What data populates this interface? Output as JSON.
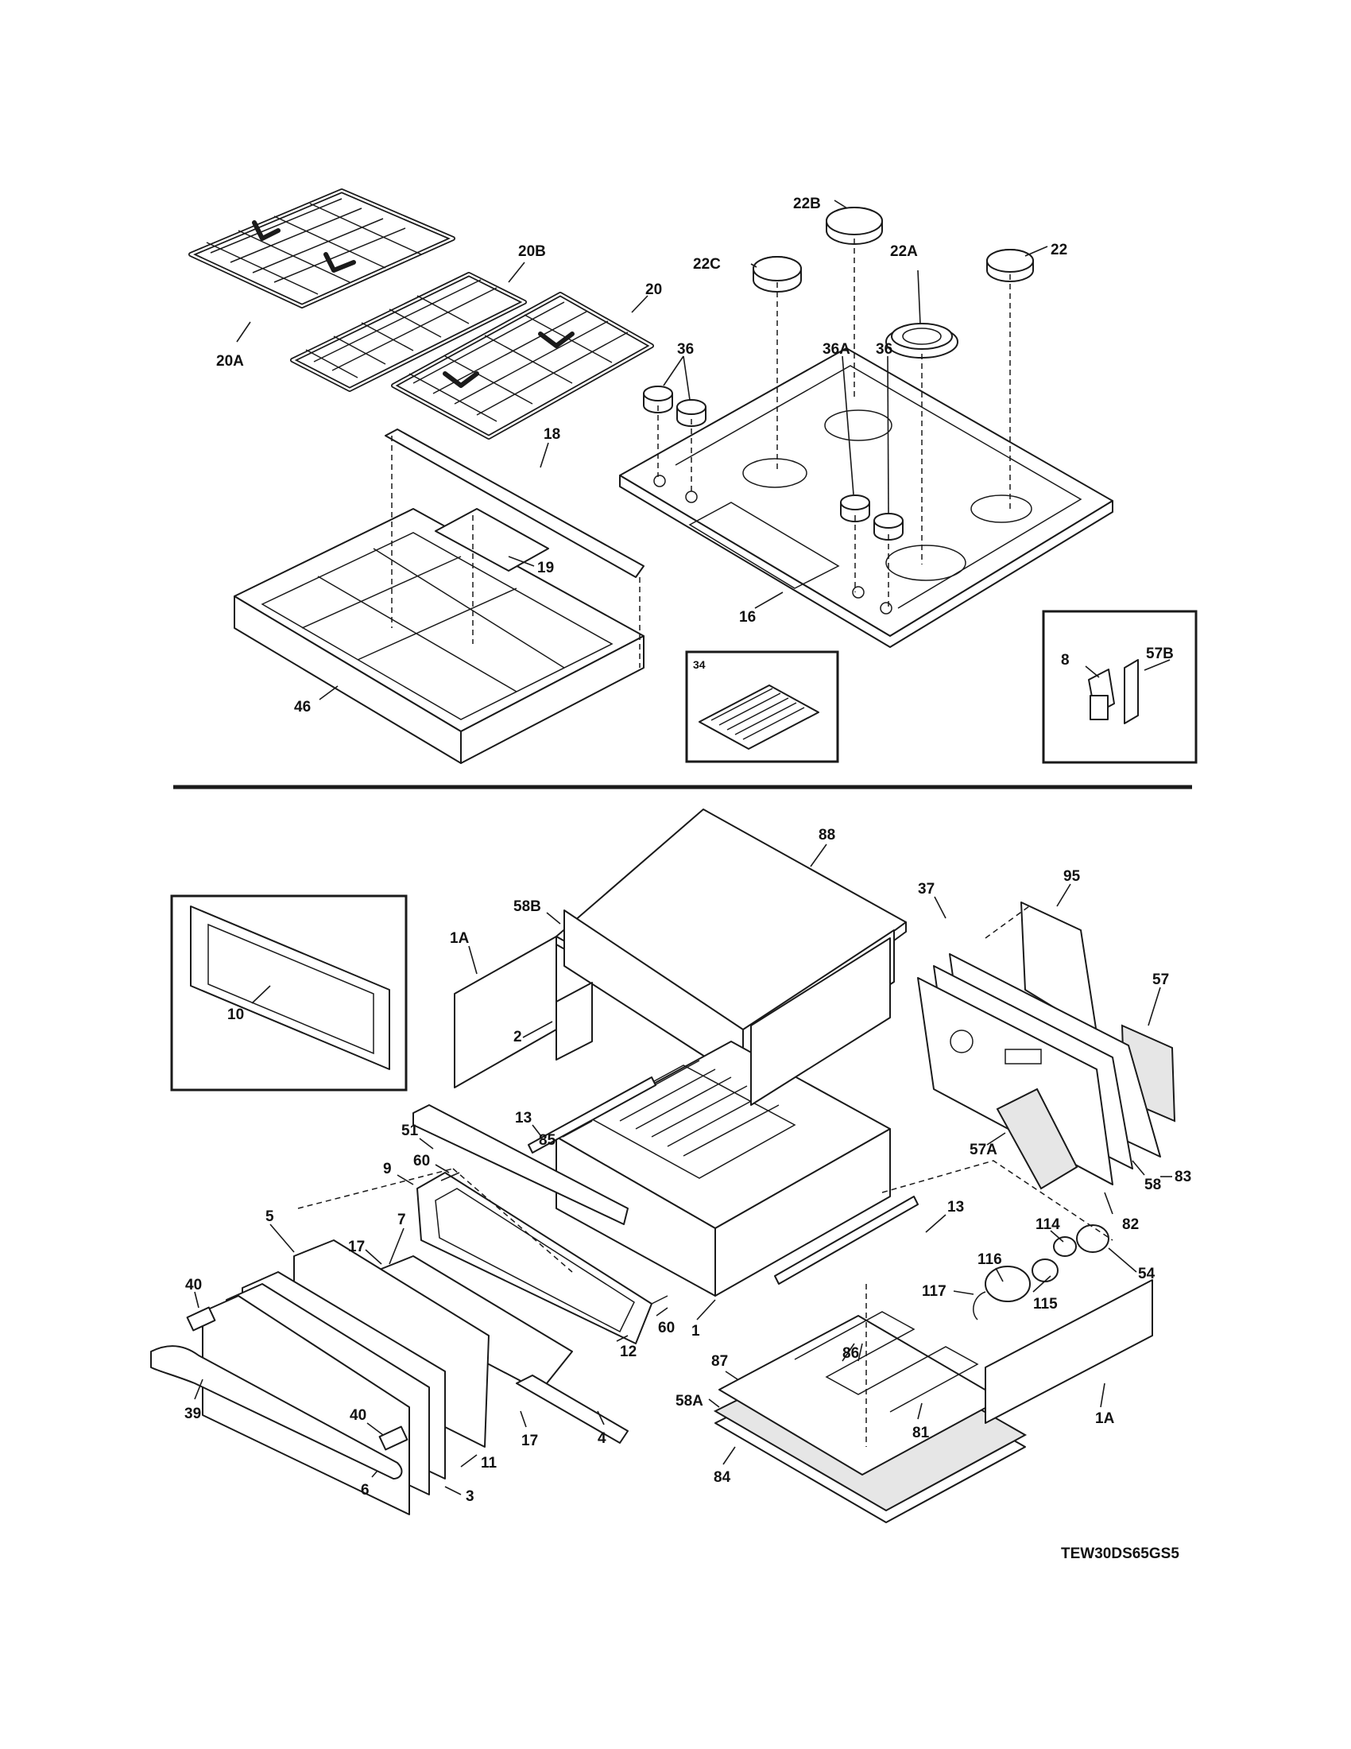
{
  "model_number": "TEW30DS65GS5",
  "labels": {
    "l_22B": "22B",
    "l_22C": "22C",
    "l_22A": "22A",
    "l_22": "22",
    "l_20B": "20B",
    "l_20": "20",
    "l_20A": "20A",
    "l_36_top": "36",
    "l_36A": "36A",
    "l_36_right": "36",
    "l_18": "18",
    "l_19": "19",
    "l_16": "16",
    "l_46": "46",
    "l_34": "34",
    "l_8": "8",
    "l_57B": "57B",
    "l_88": "88",
    "l_58B": "58B",
    "l_1A_left": "1A",
    "l_2": "2",
    "l_37": "37",
    "l_95": "95",
    "l_57": "57",
    "l_10": "10",
    "l_13_left": "13",
    "l_85": "85",
    "l_83": "83",
    "l_51": "51",
    "l_57A": "57A",
    "l_58": "58",
    "l_60_top": "60",
    "l_9": "9",
    "l_82": "82",
    "l_5": "5",
    "l_7": "7",
    "l_13_right": "13",
    "l_114": "114",
    "l_116": "116",
    "l_54": "54",
    "l_17_top": "17",
    "l_117": "117",
    "l_115": "115",
    "l_40_left": "40",
    "l_60_right": "60",
    "l_1": "1",
    "l_86": "86",
    "l_12": "12",
    "l_87": "87",
    "l_39": "39",
    "l_40_right": "40",
    "l_58A": "58A",
    "l_1A_right": "1A",
    "l_17_bottom": "17",
    "l_4": "4",
    "l_81": "81",
    "l_11": "11",
    "l_84": "84",
    "l_6": "6",
    "l_3": "3"
  }
}
